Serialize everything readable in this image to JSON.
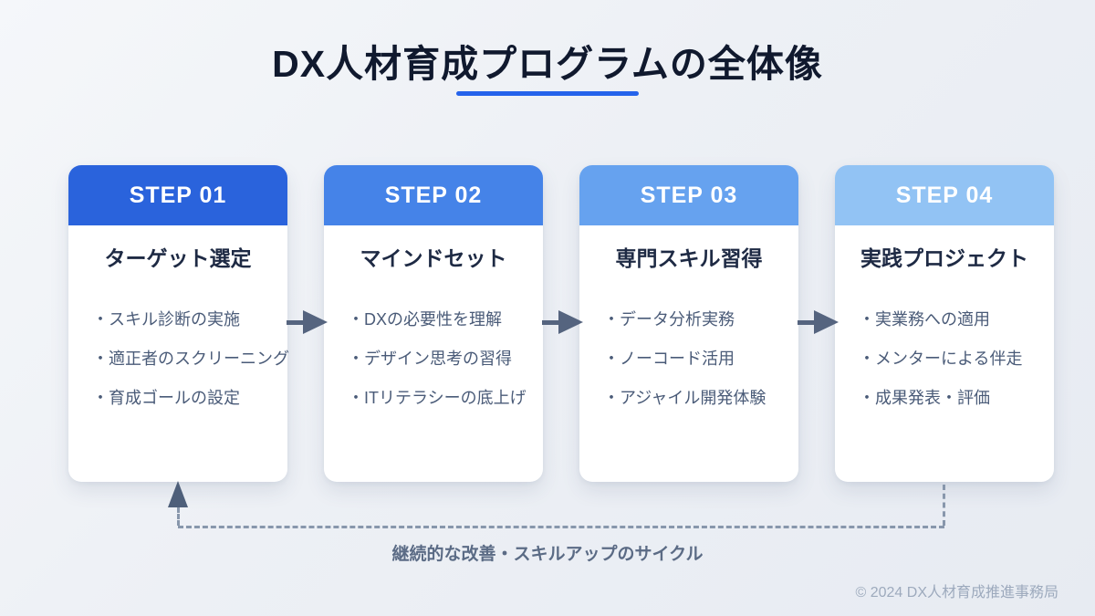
{
  "title": "DX人材育成プログラムの全体像",
  "accent_color": "#2563EB",
  "steps": [
    {
      "label": "STEP 01",
      "title": "ターゲット選定",
      "color": "#2A63DC",
      "items": [
        "・スキル診断の実施",
        "・適正者のスクリーニング",
        "・育成ゴールの設定"
      ]
    },
    {
      "label": "STEP 02",
      "title": "マインドセット",
      "color": "#4583E8",
      "items": [
        "・DXの必要性を理解",
        "・デザイン思考の習得",
        "・ITリテラシーの底上げ"
      ]
    },
    {
      "label": "STEP 03",
      "title": "専門スキル習得",
      "color": "#66A2EF",
      "items": [
        "・データ分析実務",
        "・ノーコード活用",
        "・アジャイル開発体験"
      ]
    },
    {
      "label": "STEP 04",
      "title": "実践プロジェクト",
      "color": "#92C3F4",
      "items": [
        "・実業務への適用",
        "・メンターによる伴走",
        "・成果発表・評価"
      ]
    }
  ],
  "cycle_label": "継続的な改善・スキルアップのサイクル",
  "copyright": "© 2024 DX人材育成推進事務局"
}
